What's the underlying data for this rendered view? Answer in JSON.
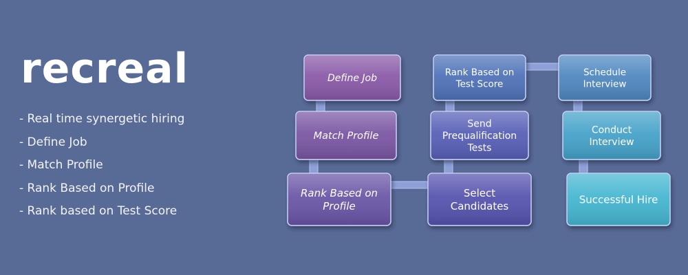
{
  "brand": {
    "name": "recreal"
  },
  "bullets": [
    "- Real time synergetic hiring",
    "- Define Job",
    "- Match Profile",
    "- Rank Based on Profile",
    "- Rank based on Test Score"
  ],
  "flow": {
    "steps": [
      {
        "id": "define-job",
        "lines": [
          "Define Job"
        ],
        "color": "#8a5aa8",
        "italic": true
      },
      {
        "id": "match-profile",
        "lines": [
          "Match Profile"
        ],
        "color": "#7a56a4",
        "italic": true
      },
      {
        "id": "rank-profile",
        "lines": [
          "Rank Based on",
          "Profile"
        ],
        "color": "#6a55a6",
        "italic": true
      },
      {
        "id": "select-candidates",
        "lines": [
          "Select",
          "Candidates"
        ],
        "color": "#5553ae",
        "italic": false
      },
      {
        "id": "send-tests",
        "lines": [
          "Send",
          "Prequalification",
          "Tests"
        ],
        "color": "#575fb6",
        "italic": false
      },
      {
        "id": "rank-test",
        "lines": [
          "Rank Based on",
          "Test Score"
        ],
        "color": "#4f72b8",
        "italic": false
      },
      {
        "id": "schedule-interview",
        "lines": [
          "Schedule",
          "Interview"
        ],
        "color": "#4f88c0",
        "italic": false
      },
      {
        "id": "conduct-interview",
        "lines": [
          "Conduct",
          "Interview"
        ],
        "color": "#45a2c9",
        "italic": false
      },
      {
        "id": "successful-hire",
        "lines": [
          "Successful Hire"
        ],
        "color": "#45b6d1",
        "italic": false
      }
    ],
    "connector_color": "#8ea0d8"
  }
}
